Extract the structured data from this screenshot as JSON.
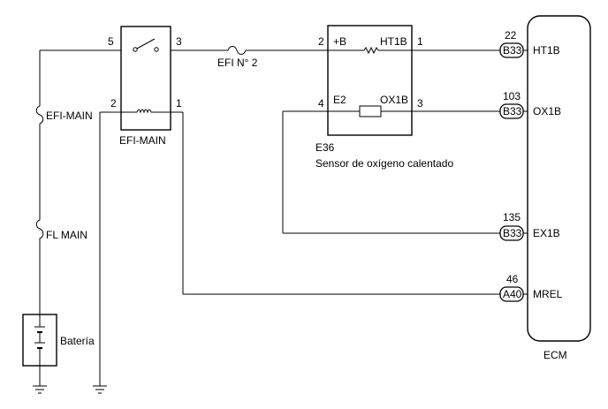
{
  "relay": {
    "name": "EFI-MAIN",
    "pins": {
      "p5": "5",
      "p3": "3",
      "p2": "2",
      "p1": "1"
    }
  },
  "fuses": {
    "efi_no2": "EFI N° 2",
    "efi_main": "EFI-MAIN",
    "fl_main": "FL MAIN"
  },
  "battery": {
    "label": "Batería"
  },
  "sensor": {
    "id": "E36",
    "description": "Sensor de oxígeno calentado",
    "terminals": {
      "plus_b": "+B",
      "ht1b": "HT1B",
      "e2": "E2",
      "ox1b": "OX1B"
    },
    "pins": {
      "p2": "2",
      "p1": "1",
      "p4": "4",
      "p3": "3"
    }
  },
  "ecm": {
    "label": "ECM",
    "terminals": [
      {
        "pin": "22",
        "connector": "B33",
        "signal": "HT1B"
      },
      {
        "pin": "103",
        "connector": "B33",
        "signal": "OX1B"
      },
      {
        "pin": "135",
        "connector": "B33",
        "signal": "EX1B"
      },
      {
        "pin": "46",
        "connector": "A40",
        "signal": "MREL"
      }
    ]
  }
}
